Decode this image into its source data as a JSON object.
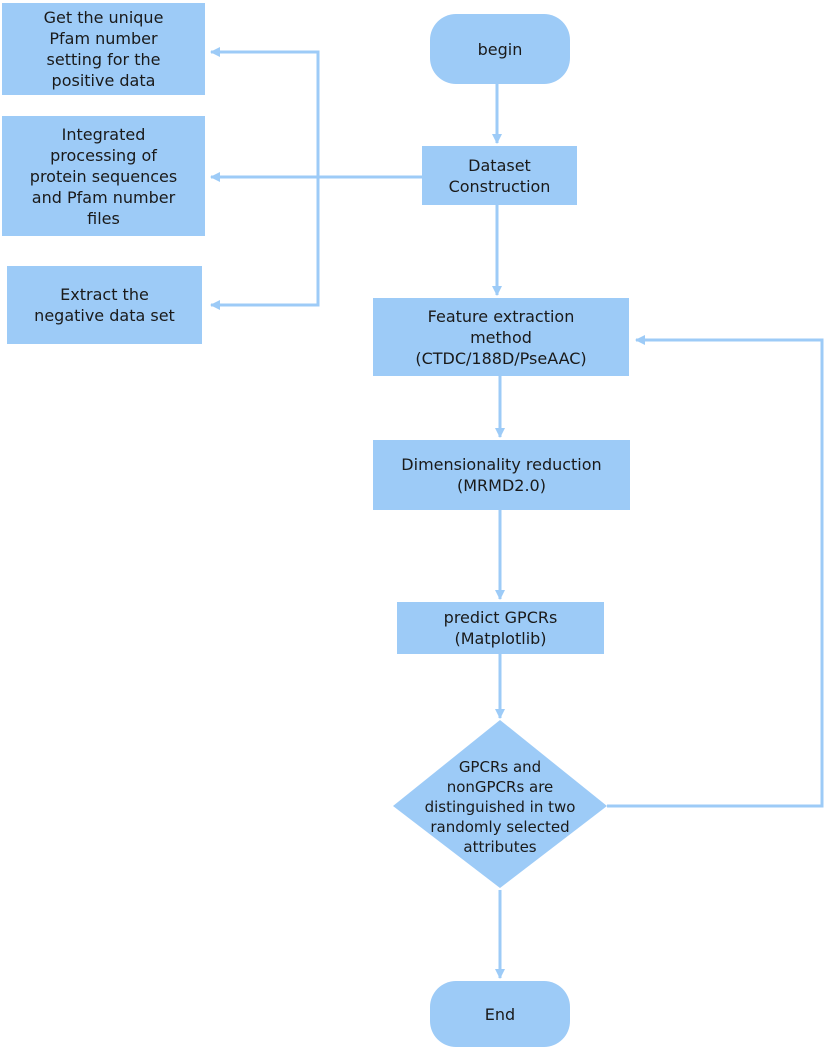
{
  "nodes": {
    "begin": "begin",
    "dataset": "Dataset\nConstruction",
    "feature": "Feature extraction\nmethod\n(CTDC/188D/PseAAC)",
    "dimred": "Dimensionality reduction\n(MRMD2.0)",
    "predict": "predict GPCRs\n(Matplotlib)",
    "decision": "GPCRs and\nnonGPCRs are\ndistinguished in two\nrandomly selected\nattributes",
    "end": "End",
    "side_pfam": "Get the unique\nPfam number\nsetting for the\npositive data",
    "side_integrated": "Integrated\nprocessing of\nprotein sequences\nand Pfam number\nfiles",
    "side_negative": "Extract the\nnegative data set"
  },
  "colors": {
    "node_fill": "#9dcbf7",
    "connector": "#9dcbf7"
  }
}
